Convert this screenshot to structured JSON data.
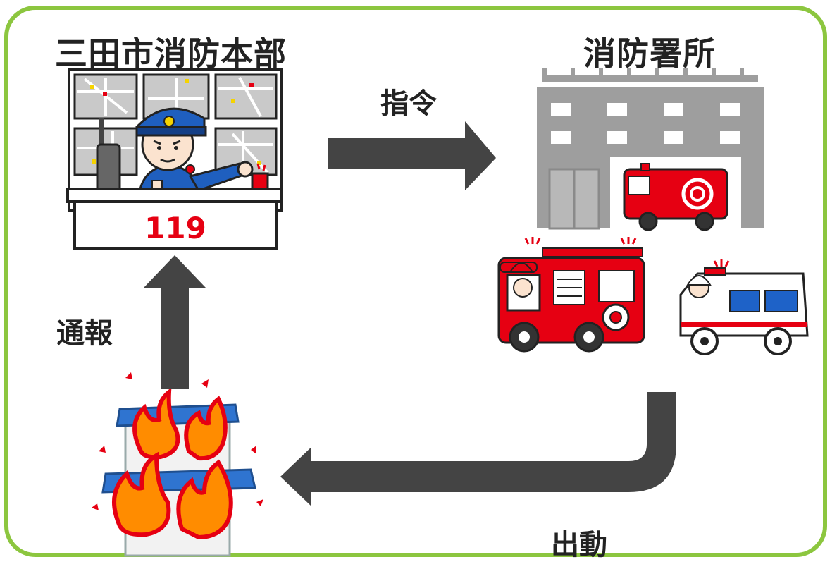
{
  "diagram": {
    "hq_title": "三田市消防本部",
    "station_title": "消防署所",
    "order_label": "指令",
    "report_label": "通報",
    "dispatch_label": "出動",
    "hq_desk_number": "119"
  },
  "colors": {
    "frame": "#8cc63f",
    "arrow": "#444444",
    "fire_red": "#e60012",
    "building_gray": "#9e9e9e",
    "ambulance_blue": "#1e62c8"
  },
  "icons": [
    "dispatcher-console-icon",
    "fire-station-icon",
    "fire-engine-icon",
    "ambulance-icon",
    "burning-house-icon"
  ]
}
